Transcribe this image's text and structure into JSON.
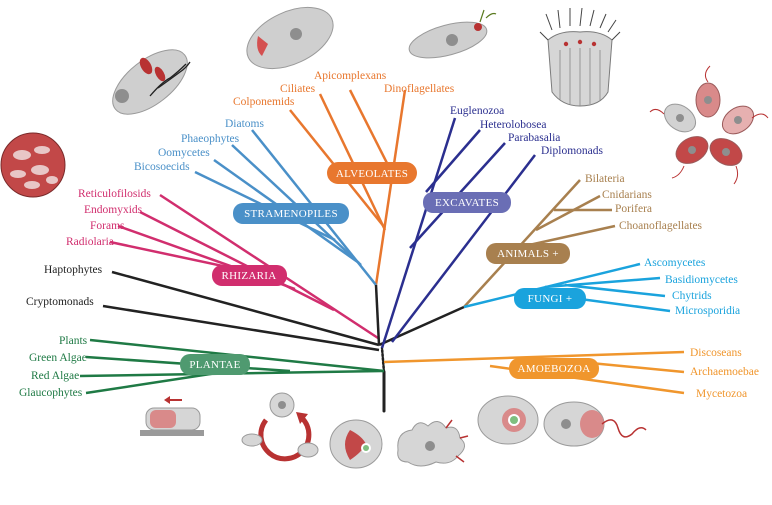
{
  "colors": {
    "alveolates": "#e8772e",
    "stramenopiles": "#4a90c8",
    "rhizaria": "#d12e6e",
    "excavates": "#2b2f8f",
    "animals": "#a8804f",
    "fungi": "#1aa3dd",
    "amoebozoa": "#f0962d",
    "plantae": "#1f7a45",
    "plantae_box": "#4f9a70",
    "excavates_box": "#6a6eb5",
    "black": "#222222",
    "cell": "#c8c8c8",
    "red": "#b83232"
  },
  "groups": {
    "alveolates": "ALVEOLATES",
    "stramenopiles": "STRAMENOPILES",
    "rhizaria": "RHIZARIA",
    "excavates": "EXCAVATES",
    "animals": "ANIMALS +",
    "fungi": "FUNGI +",
    "amoebozoa": "AMOEBOZOA",
    "plantae": "PLANTAE"
  },
  "taxa": {
    "apicomplexans": "Apicomplexans",
    "ciliates": "Ciliates",
    "dinoflagellates": "Dinoflagellates",
    "colponemids": "Colponemids",
    "diatoms": "Diatoms",
    "phaeophytes": "Phaeophytes",
    "oomycetes": "Oomycetes",
    "bicosoecids": "Bicosoecids",
    "reticulofilosids": "Reticulofilosids",
    "endomyxids": "Endomyxids",
    "forams": "Forams",
    "radiolaria": "Radiolaria",
    "haptophytes": "Haptophytes",
    "cryptomonads": "Cryptomonads",
    "plants": "Plants",
    "green_algae": "Green Algae",
    "red_algae": "Red Algae",
    "glaucophytes": "Glaucophytes",
    "euglenozoa": "Euglenozoa",
    "heterolobosea": "Heterolobosea",
    "parabasalia": "Parabasalia",
    "diplomonads": "Diplomonads",
    "bilateria": "Bilateria",
    "cnidarians": "Cnidarians",
    "porifera": "Porifera",
    "choanoflagellates": "Choanoflagellates",
    "ascomycetes": "Ascomycetes",
    "basidiomycetes": "Basidiomycetes",
    "chytrids": "Chytrids",
    "microsporidia": "Microsporidia",
    "discoseans": "Discoseans",
    "archaemoebae": "Archaemoebae",
    "mycetozoa": "Mycetozoa"
  }
}
